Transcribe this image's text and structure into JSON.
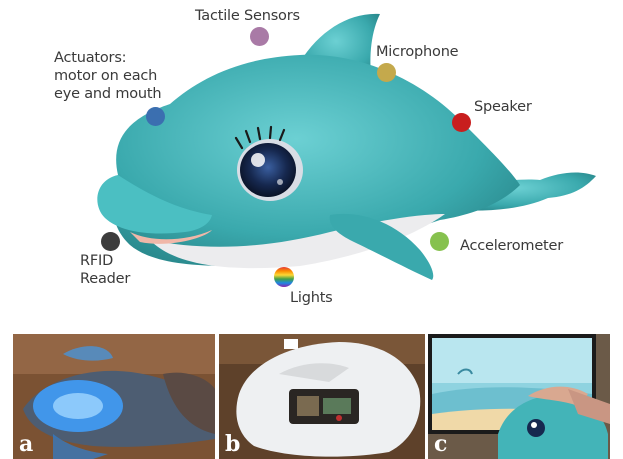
{
  "labels": {
    "tactile": "Tactile Sensors",
    "microphone": "Microphone",
    "actuators_1": "Actuators:",
    "actuators_2": "motor on each",
    "actuators_3": "eye and mouth",
    "speaker": "Speaker",
    "rfid_1": "RFID",
    "rfid_2": "Reader",
    "accelerometer": "Accelerometer",
    "lights": "Lights"
  },
  "colors": {
    "tactile": "#a97aa6",
    "microphone": "#c4a94c",
    "actuators": "#3b6fb0",
    "speaker": "#c81e1e",
    "rfid": "#3c3c3c",
    "accelerometer": "#86c14e",
    "plush": "#43b4b8",
    "belly": "#ececee"
  },
  "panels": [
    {
      "letter": "a"
    },
    {
      "letter": "b"
    },
    {
      "letter": "c"
    }
  ]
}
